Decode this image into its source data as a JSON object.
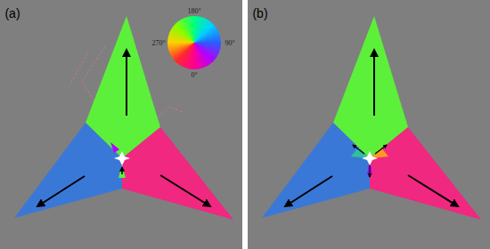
{
  "diagram": {
    "labels": [
      "(a)",
      "180°",
      "270°",
      "90°",
      "0°",
      "(b)"
    ]
  }
}
